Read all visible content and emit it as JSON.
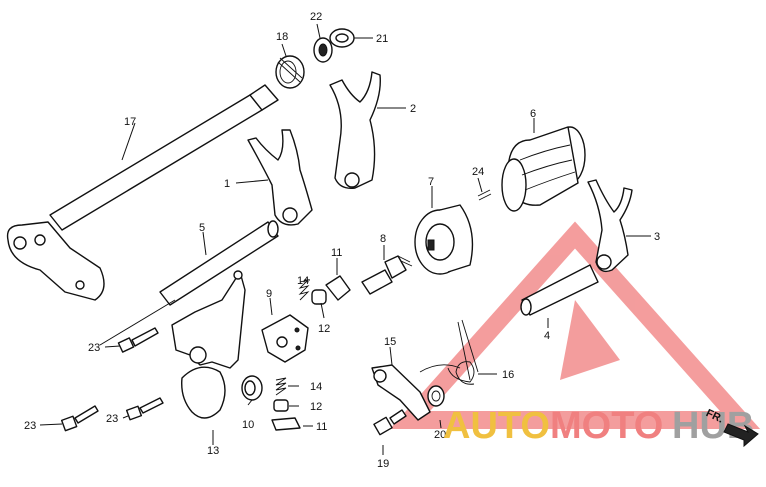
{
  "watermark": {
    "auto": "AUTO",
    "moto": "MOTO",
    "hub": "HUB",
    "colors": {
      "auto": "#f0c040",
      "moto": "#f08080",
      "hub": "#a0a0a0",
      "triangle": "#f28c8c"
    }
  },
  "direction": {
    "label": "FR."
  },
  "labels": {
    "p1": "1",
    "p2": "2",
    "p3": "3",
    "p4": "4",
    "p5": "5",
    "p6": "6",
    "p7": "7",
    "p8": "8",
    "p9": "9",
    "p10": "10",
    "p11a": "11",
    "p11b": "11",
    "p12a": "12",
    "p12b": "12",
    "p13": "13",
    "p14a": "14",
    "p14b": "14",
    "p15": "15",
    "p16": "16",
    "p17": "17",
    "p18": "18",
    "p19": "19",
    "p20": "20",
    "p21": "21",
    "p22": "22",
    "p23a": "23",
    "p23b": "23",
    "p23c": "23",
    "p24": "24"
  }
}
